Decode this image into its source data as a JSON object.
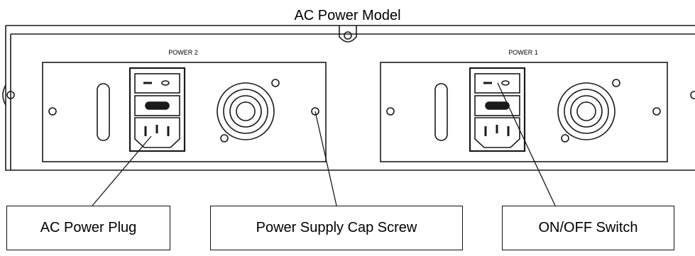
{
  "title": "AC Power Model",
  "modules": [
    {
      "label": "POWER 2"
    },
    {
      "label": "POWER 1"
    }
  ],
  "callouts": {
    "plug": "AC Power Plug",
    "screw": "Power Supply Cap Screw",
    "switch": "ON/OFF Switch"
  },
  "colors": {
    "line": "#1a1a1a",
    "background": "#ffffff"
  }
}
